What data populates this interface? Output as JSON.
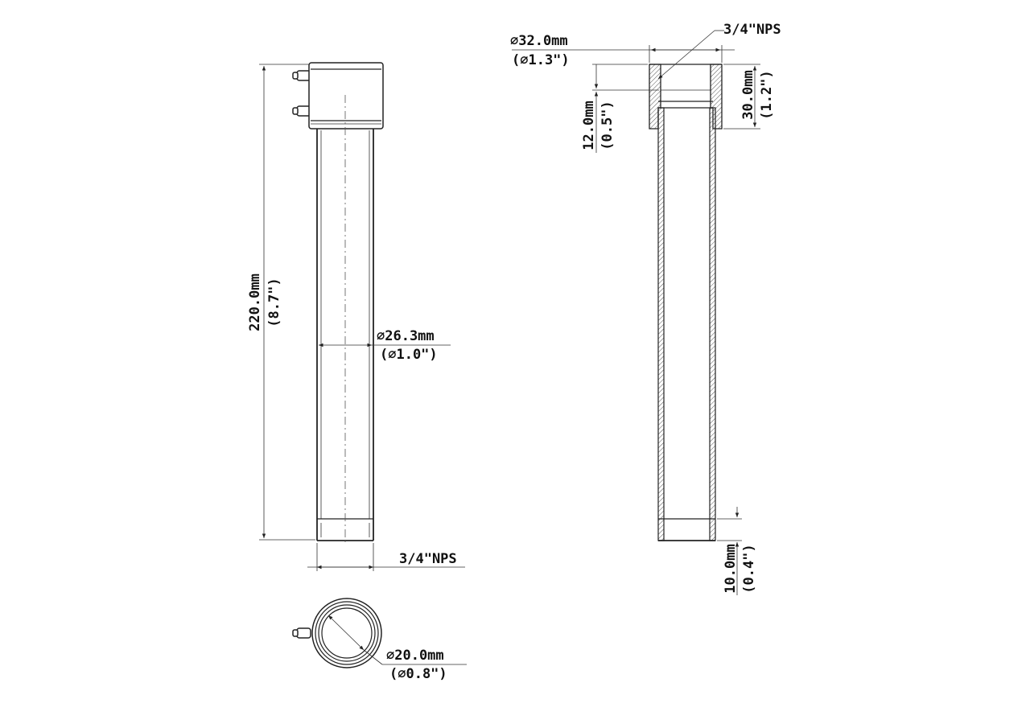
{
  "drawing": {
    "front_view": {
      "length_mm": "220.0mm",
      "length_in": "(8.7\")",
      "diameter_mm": "∅26.3mm",
      "diameter_in": "(∅1.0\")",
      "thread_label": "3/4\"NPS"
    },
    "end_view": {
      "diameter_mm": "∅20.0mm",
      "diameter_in": "(∅0.8\")"
    },
    "section_view": {
      "thread_label": "3/4\"NPS",
      "outer_diameter_mm": "∅32.0mm",
      "outer_diameter_in": "(∅1.3\")",
      "collar_height_mm": "30.0mm",
      "collar_height_in": "(1.2\")",
      "thread_depth_mm": "12.0mm",
      "thread_depth_in": "(0.5\")",
      "bottom_thread_mm": "10.0mm",
      "bottom_thread_in": "(0.4\")"
    }
  }
}
